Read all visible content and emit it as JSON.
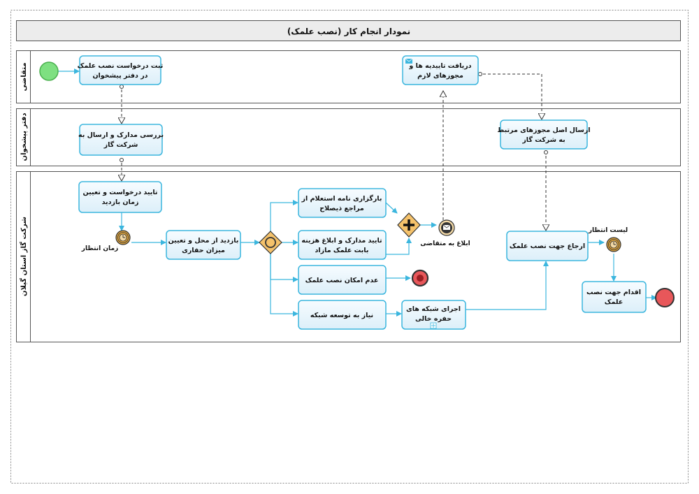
{
  "title": "نمودار انجام کار (نصب علمک)",
  "lanes": {
    "applicant": "متقاضی",
    "office": "دفتر پیشخوان",
    "company": "شرکت گاز استان گیلان"
  },
  "tasks": {
    "register_l1": "ثبت درخواست نصب علمک",
    "register_l2": "در دفتر پیشخوان",
    "receive_l1": "دریافت تاییدیه ها و",
    "receive_l2": "مجوزهای لازم",
    "review_l1": "بررسی مدارک و ارسال به",
    "review_l2": "شرکت گاز",
    "send_l1": "ارسال اصل مجوزهای مرتبط",
    "send_l2": "به شرکت گاز",
    "confirm_l1": "تایید درخواست و تعیین",
    "confirm_l2": "زمان بازدید",
    "visit_l1": "بازدید از محل و تعیین",
    "visit_l2": "میزان حفاری",
    "inquiry_l1": "بارگزاری نامه استعلام از",
    "inquiry_l2": "مراجع ذیصلاح",
    "cost_l1": "تایید مدارک و ابلاغ هزینه",
    "cost_l2": "بابت علمک مازاد",
    "impossible": "عدم امکان نصب علمک",
    "network": "نیاز به توسعه شبکه",
    "excavation_l1": "اجرای شبکه های",
    "excavation_l2": "حفره خالی",
    "refer": "ارجاع جهت نصب علمک",
    "install_l1": "اقدام جهت نصب",
    "install_l2": "علمک"
  },
  "event_labels": {
    "wait_time": "زمان انتظار",
    "notify": "ابلاغ به متقاضی",
    "waitlist": "لیست انتظار"
  },
  "colors": {
    "task_fill": "#e8f4fb",
    "task_stroke": "#3bb6de",
    "flow": "#3bb6de",
    "gateway": "#f5c26b",
    "start": "#7ee081",
    "end": "#e8575a",
    "timer": "#d9a03c"
  }
}
